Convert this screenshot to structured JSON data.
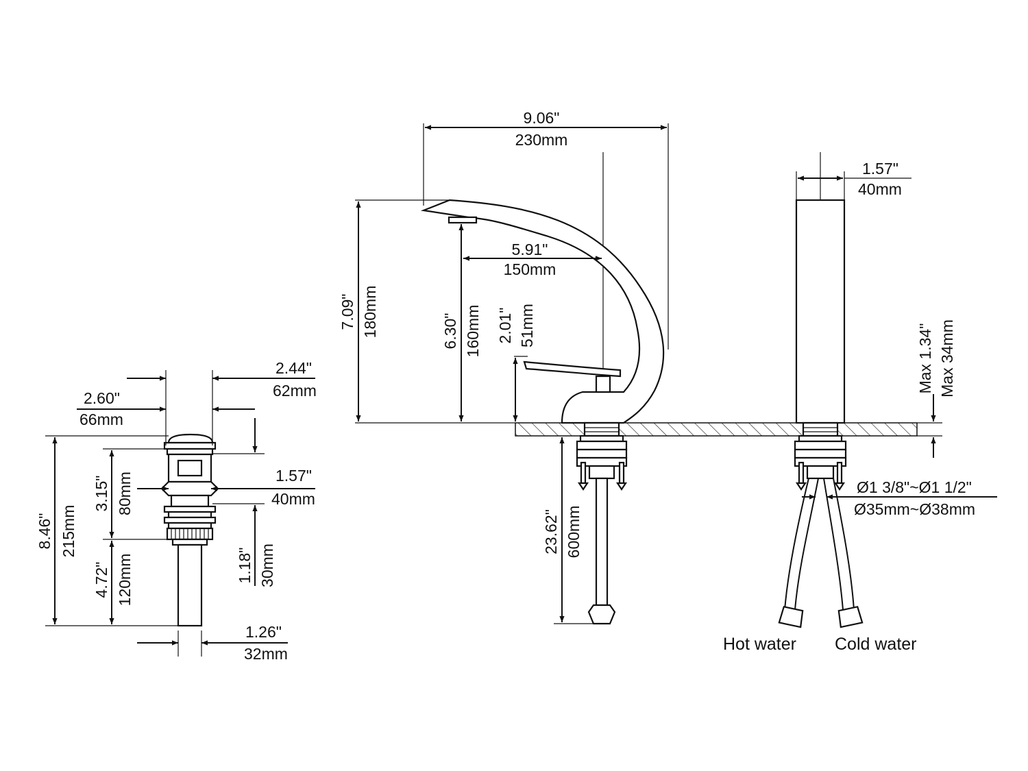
{
  "drain": {
    "w244_in": "2.44\"",
    "w244_mm": "62mm",
    "w260_in": "2.60\"",
    "w260_mm": "66mm",
    "w157_in": "1.57\"",
    "w157_mm": "40mm",
    "w126_in": "1.26\"",
    "w126_mm": "32mm",
    "h846_in": "8.46\"",
    "h846_mm": "215mm",
    "h315_in": "3.15\"",
    "h315_mm": "80mm",
    "h472_in": "4.72\"",
    "h472_mm": "120mm",
    "h118_in": "1.18\"",
    "h118_mm": "30mm"
  },
  "faucet": {
    "w906_in": "9.06\"",
    "w906_mm": "230mm",
    "w591_in": "5.91\"",
    "w591_mm": "150mm",
    "h709_in": "7.09\"",
    "h709_mm": "180mm",
    "h630_in": "6.30\"",
    "h630_mm": "160mm",
    "h201_in": "2.01\"",
    "h201_mm": "51mm",
    "h2362_in": "23.62\"",
    "h2362_mm": "600mm"
  },
  "side": {
    "w157_in": "1.57\"",
    "w157_mm": "40mm",
    "max134_in": "Max 1.34\"",
    "max134_mm": "Max 34mm",
    "hole_in": "Ø1 3/8\"~Ø1 1/2\"",
    "hole_mm": "Ø35mm~Ø38mm",
    "hot": "Hot water",
    "cold": "Cold water"
  }
}
